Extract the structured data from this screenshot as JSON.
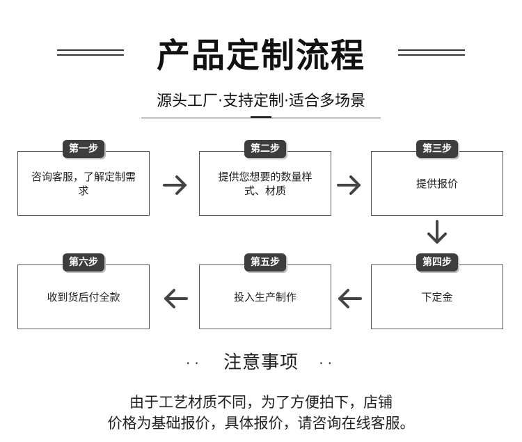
{
  "header": {
    "title": "产品定制流程",
    "subtitle": "源头工厂·支持定制·适合多场景"
  },
  "steps": [
    {
      "badge": "第一步",
      "text": "咨询客服，了解定制需求"
    },
    {
      "badge": "第二步",
      "text": "提供您想要的数量样式、材质"
    },
    {
      "badge": "第三步",
      "text": "提供报价"
    },
    {
      "badge": "第四步",
      "text": "下定金"
    },
    {
      "badge": "第五步",
      "text": "投入生产制作"
    },
    {
      "badge": "第六步",
      "text": "收到货后付全款"
    }
  ],
  "notes": {
    "title": "注意事项",
    "dots": "··",
    "line1": "由于工艺材质不同，为了方便拍下，店铺",
    "line2": "价格为基础报价，具体报价，请咨询在线客服。"
  },
  "colors": {
    "badge": "#3d3d3d",
    "arrow": "#444444",
    "box_border": "#555555"
  }
}
